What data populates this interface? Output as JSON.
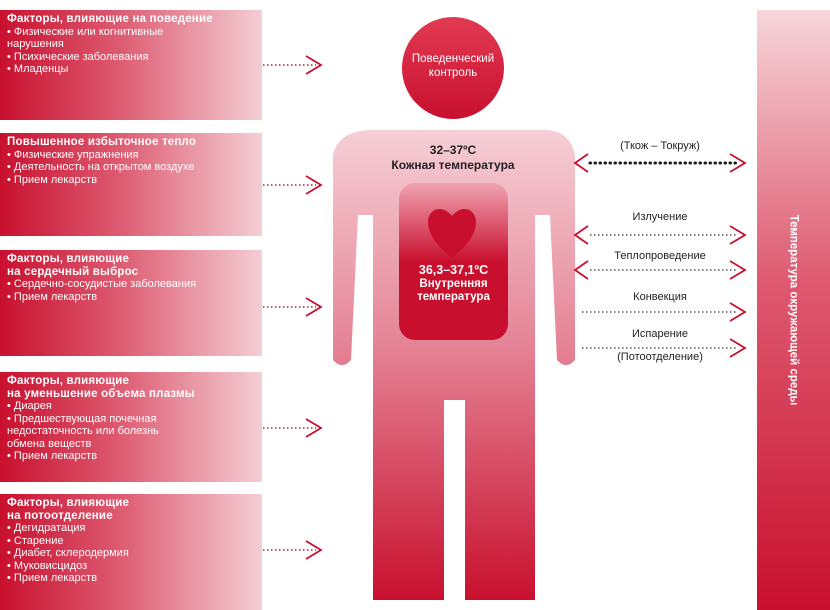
{
  "factors": [
    {
      "title_lines": [
        "Факторы, влияющие на поведение"
      ],
      "items": [
        "Физические или когнитивные нарушения",
        "Психические заболевания",
        "Младенцы"
      ]
    },
    {
      "title_lines": [
        "Повышенное избыточное тепло"
      ],
      "items": [
        "Физические упражнения",
        "Деятельность на открытом воздухе",
        "Прием лекарств"
      ]
    },
    {
      "title_lines": [
        "Факторы, влияющие",
        "на сердечный выброс"
      ],
      "items": [
        "Сердечно-сосудистые заболевания",
        "Прием лекарств"
      ]
    },
    {
      "title_lines": [
        "Факторы, влияющие",
        "на уменьшение объема плазмы"
      ],
      "items": [
        "Диарея",
        "Предшествующая почечная недостаточность или болезнь обмена веществ",
        "Прием лекарств"
      ]
    },
    {
      "title_lines": [
        "Факторы, влияющие",
        "на потоотделение"
      ],
      "items": [
        "Дегидратация",
        "Старение",
        "Диабет, склеродермия",
        "Муковисцидоз",
        "Прием лекарств"
      ]
    }
  ],
  "head": {
    "line1": "Поведенческий",
    "line2": "контроль"
  },
  "skin": {
    "range": "32–37ºC",
    "label": "Кожная температура"
  },
  "core": {
    "range": "36,3–37,1ºC",
    "line1": "Внутренняя",
    "line2": "температура"
  },
  "mechanisms": {
    "gradient": "(Ткож – Токруж)",
    "radiation": "Излучение",
    "conduction": "Теплопроведение",
    "convection": "Конвекция",
    "evaporation": "Испарение",
    "sweating": "(Потоотделение)"
  },
  "environment": {
    "label": "Температура окружающей среды"
  },
  "colors": {
    "primary": "#c8102e",
    "light": "#f4ced5",
    "mid": "#dd5a70"
  }
}
